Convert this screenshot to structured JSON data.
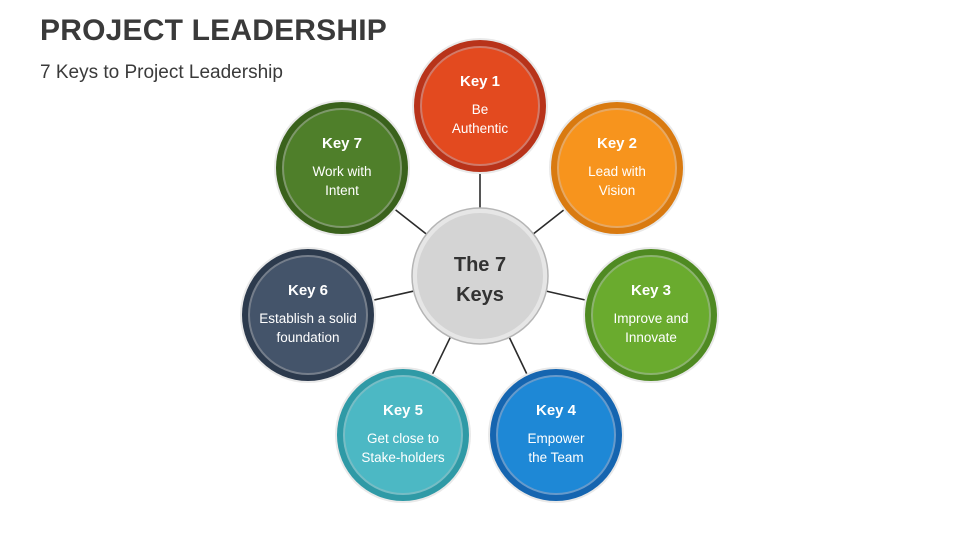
{
  "header": {
    "title": "PROJECT LEADERSHIP",
    "subtitle": "7 Keys to Project Leadership"
  },
  "center": {
    "line1": "The 7",
    "line2": "Keys"
  },
  "keys": [
    {
      "title": "Key 1",
      "desc": [
        "Be",
        "Authentic"
      ],
      "color": "#e34a1f",
      "dark": "#b8331a"
    },
    {
      "title": "Key 2",
      "desc": [
        "Lead with",
        "Vision"
      ],
      "color": "#f7941d",
      "dark": "#d97a10"
    },
    {
      "title": "Key 3",
      "desc": [
        "Improve and",
        "Innovate"
      ],
      "color": "#6aab2e",
      "dark": "#4f8a22"
    },
    {
      "title": "Key 4",
      "desc": [
        "Empower",
        "the Team"
      ],
      "color": "#1e88d6",
      "dark": "#1565b0"
    },
    {
      "title": "Key 5",
      "desc": [
        "Get close to",
        "Stake-holders"
      ],
      "color": "#4cb8c4",
      "dark": "#2f9aa6"
    },
    {
      "title": "Key 6",
      "desc": [
        "Establish a solid",
        "foundation"
      ],
      "color": "#44546a",
      "dark": "#2c3a4d"
    },
    {
      "title": "Key 7",
      "desc": [
        "Work with",
        "Intent"
      ],
      "color": "#4f7f2a",
      "dark": "#3a621c"
    }
  ]
}
